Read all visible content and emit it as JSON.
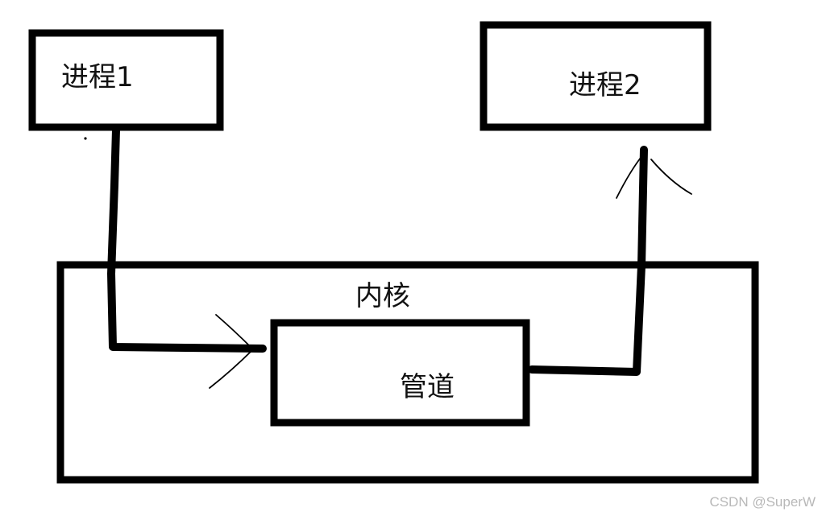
{
  "nodes": {
    "process1": {
      "label": "进程1"
    },
    "process2": {
      "label": "进程2"
    },
    "kernel": {
      "label": "内核"
    },
    "pipe": {
      "label": "管道"
    }
  },
  "edges": [
    {
      "from": "process1",
      "to": "pipe"
    },
    {
      "from": "pipe",
      "to": "process2"
    }
  ],
  "watermark": "CSDN @SuperW",
  "colors": {
    "stroke": "#000000",
    "background": "#ffffff",
    "watermark": "#b8b8b8"
  }
}
